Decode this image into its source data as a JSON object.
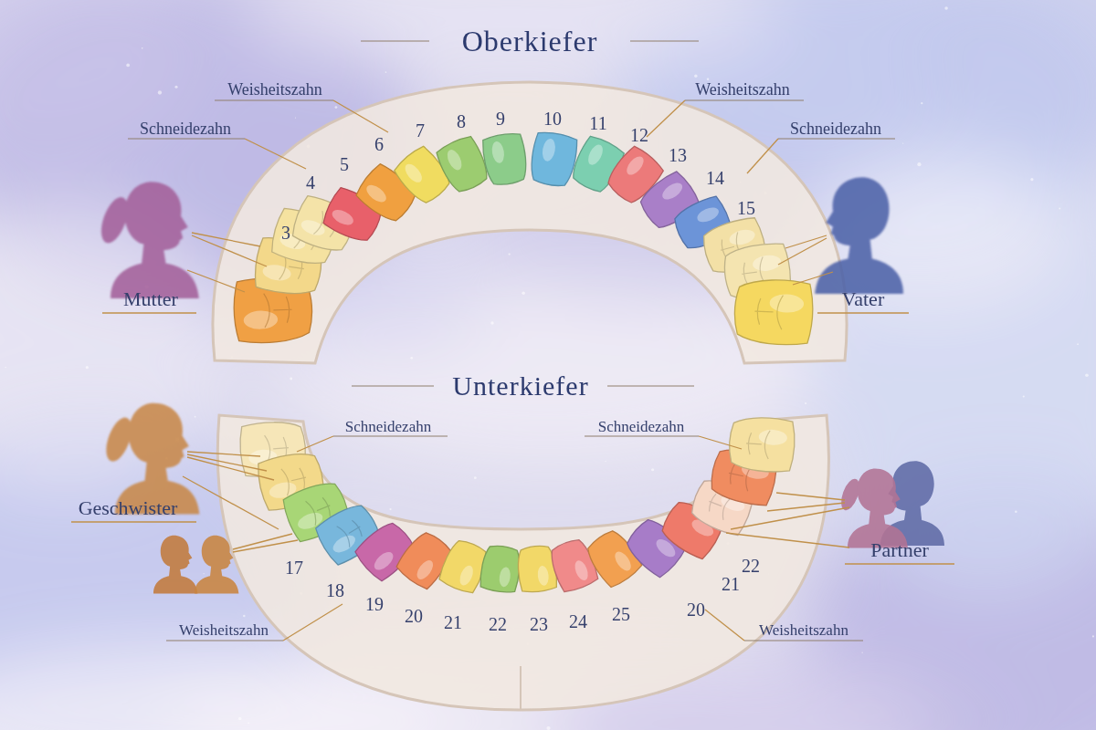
{
  "diagram": {
    "labels": [
      "Oberkiefer",
      "Weisheitszahn",
      "Weisheitszahn",
      "Schneidezahn",
      "Schneidezahn",
      "3",
      "4",
      "5",
      "6",
      "7",
      "8",
      "9",
      "10",
      "11",
      "12",
      "13",
      "14",
      "15",
      "Mutter",
      "Vater",
      "Unterkiefer",
      "Schneidezahn",
      "Schneidezahn",
      "Geschwister",
      "Partner",
      "17",
      "18",
      "19",
      "20",
      "21",
      "22",
      "23",
      "24",
      "25",
      "20",
      "21",
      "22",
      "Weisheitszahn",
      "Weisheitszahn"
    ]
  }
}
